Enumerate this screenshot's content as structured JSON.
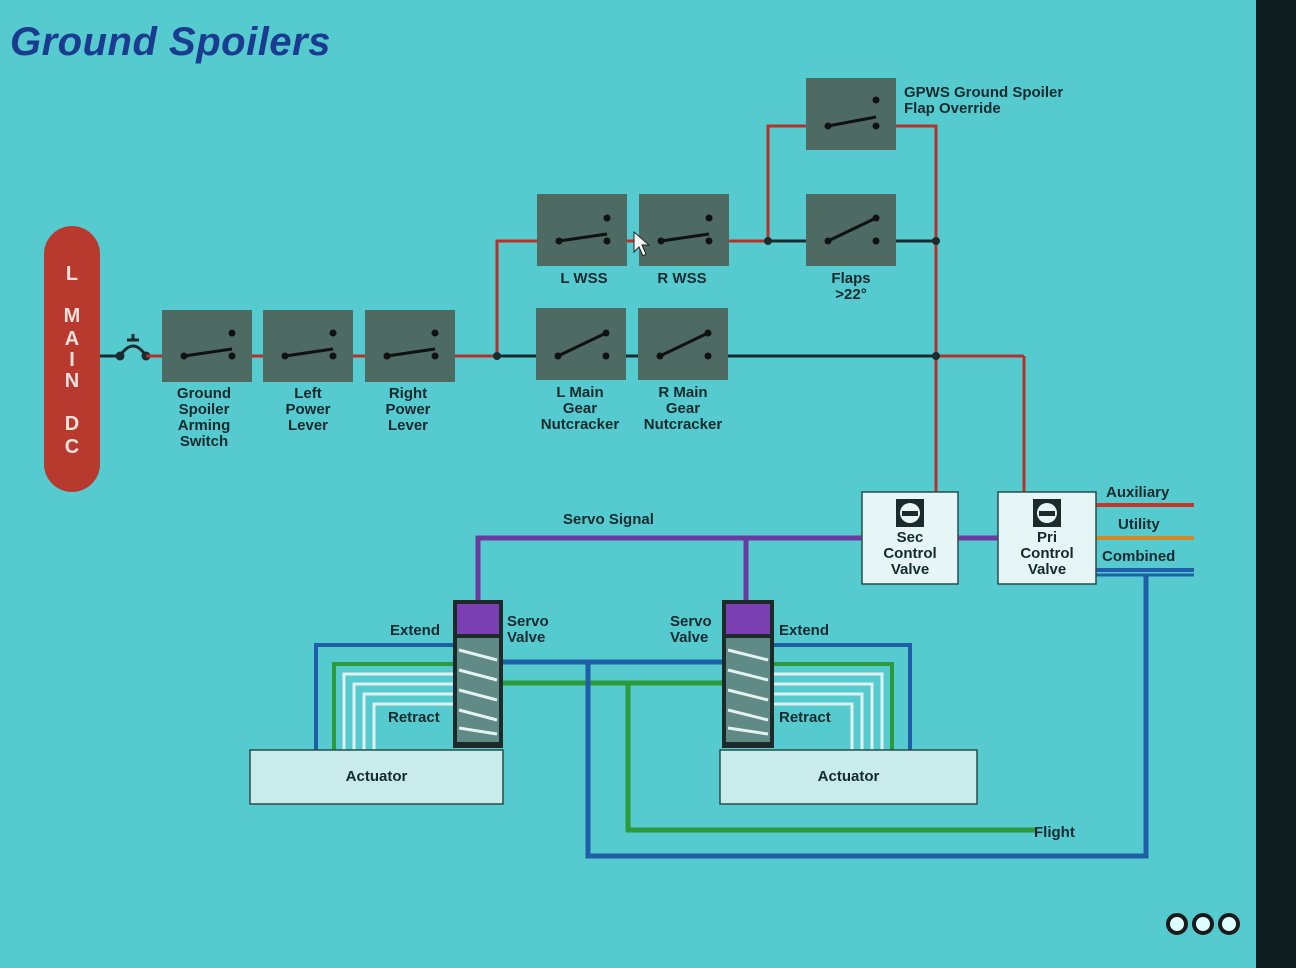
{
  "title": "Ground Spoilers",
  "bus": {
    "letters": [
      "L",
      "M",
      "A",
      "I",
      "N",
      "D",
      "C"
    ]
  },
  "switches": {
    "ground_spoiler_arming": "Ground\nSpoiler\nArming\nSwitch",
    "left_power_lever": "Left\nPower\nLever",
    "right_power_lever": "Right\nPower\nLever",
    "l_wss": "L WSS",
    "r_wss": "R WSS",
    "l_main_gear": "L Main\nGear\nNutcracker",
    "r_main_gear": "R Main\nGear\nNutcracker",
    "flaps": "Flaps\n>22°",
    "gpws_override": "GPWS Ground Spoiler\nFlap Override"
  },
  "valves": {
    "sec": "Sec\nControl\nValve",
    "pri": "Pri\nControl\nValve"
  },
  "hydraulics": {
    "auxiliary": "Auxiliary",
    "utility": "Utility",
    "combined": "Combined",
    "flight": "Flight",
    "servo_signal": "Servo Signal"
  },
  "actuators": {
    "left": {
      "servo_valve": "Servo\nValve",
      "extend": "Extend",
      "retract": "Retract",
      "body": "Actuator"
    },
    "right": {
      "servo_valve": "Servo\nValve",
      "extend": "Extend",
      "retract": "Retract",
      "body": "Actuator"
    }
  },
  "colors": {
    "background": "#55cbcf",
    "title": "#1a3b8f",
    "bus": "#b83a2e",
    "energized_wire": "#b5312a",
    "wire": "#1c2b2d",
    "servo_signal": "#6a3aa0",
    "combined_line": "#1e5fa8",
    "flight_line": "#2a9a3a",
    "auxiliary_line": "#c0392b",
    "utility_line": "#d08a2a"
  }
}
